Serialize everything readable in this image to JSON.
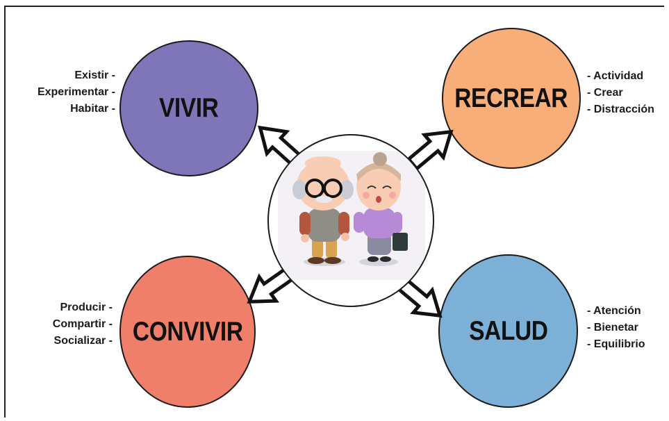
{
  "nodes": {
    "vivir": {
      "label": "VIVIR",
      "color": "#7e76b8",
      "items": [
        "Existir -",
        "Experimentar -",
        "Habitar -"
      ]
    },
    "recrear": {
      "label": "RECREAR",
      "color": "#f7ae79",
      "items": [
        "- Actividad",
        "- Crear",
        "- Distracción"
      ]
    },
    "convivir": {
      "label": "CONVIVIR",
      "color": "#ef7f6a",
      "items": [
        "Producir  -",
        "Compartir -",
        "Socializar -"
      ]
    },
    "salud": {
      "label": "SALUD",
      "color": "#7cb0d6",
      "items": [
        "- Atención",
        "- Bienetar",
        "- Equilibrio"
      ]
    }
  },
  "center": {
    "image": "elderly-couple-figurines"
  },
  "edges": [
    {
      "from": "center",
      "to": "vivir"
    },
    {
      "from": "center",
      "to": "recrear"
    },
    {
      "from": "center",
      "to": "convivir"
    },
    {
      "from": "center",
      "to": "salud"
    }
  ]
}
